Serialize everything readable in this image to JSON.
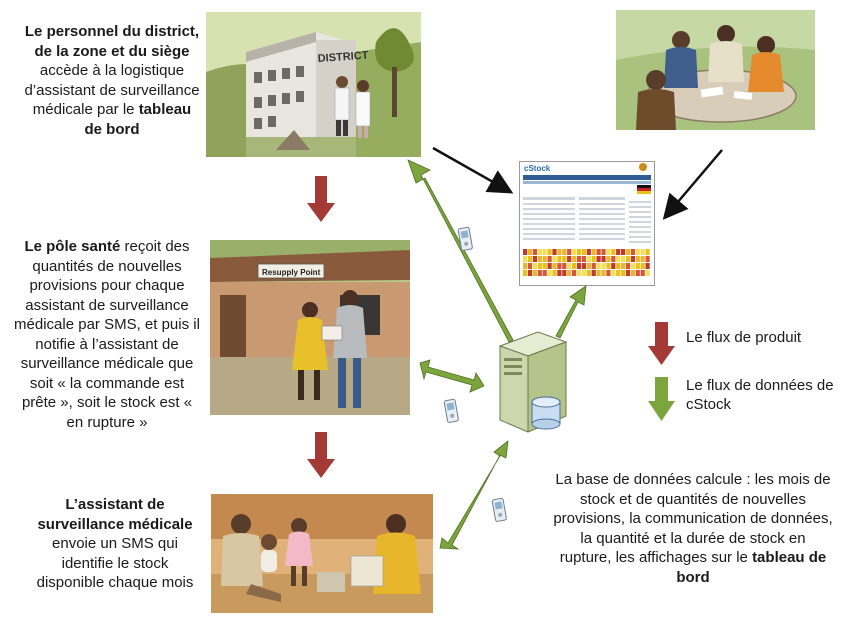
{
  "texts": {
    "district": {
      "b1": "Le personnel du district, de la zone et du siège",
      "n1": " accède à la logistique d’assistant de surveillance médicale par le ",
      "b2": "tableau de bord"
    },
    "pole": {
      "b1": "Le pôle santé",
      "n1": " reçoit des quantités de nouvelles provisions pour chaque assistant de surveillance médicale par SMS, et puis il notifie à l’assistant de surveillance médicale que soit « la commande est prête », soit le stock est « en rupture »"
    },
    "assistant": {
      "b1": "L’assistant de surveillance médicale",
      "n1": " envoie un SMS qui identifie le stock disponible chaque mois"
    },
    "database": {
      "n1": "La base de données calcule : les mois de stock et de quantités de nouvelles provisions, la communication de données, la quantité et la durée de stock en rupture, les affichages sur le ",
      "b1": "tableau de bord"
    }
  },
  "legend": {
    "product_flow": "Le flux de produit",
    "data_flow": "Le flux de données de cStock"
  },
  "illustrations": {
    "district_sign": "DISTRICT",
    "resupply_sign": "Resupply Point",
    "dashboard_brand": "cStock"
  },
  "colors": {
    "product_arrow": "#a33a35",
    "data_arrow": "#7ca63d",
    "black_arrow": "#111111"
  }
}
